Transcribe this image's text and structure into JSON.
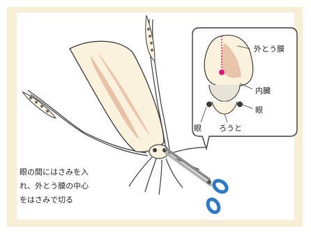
{
  "labels": {
    "mantle_membrane": "外とう膜",
    "internal_organs": "内臓",
    "eye_left": "眼",
    "eye_right": "眼",
    "funnel": "ろうと"
  },
  "instruction": {
    "line1": "眼の間にはさみを入",
    "line2": "れ、外とう膜の中心",
    "line3": "をはさみで切る"
  },
  "colors": {
    "frame": "#f6efd6",
    "squid_body": "#fbf2de",
    "squid_spot": "#e2b49a",
    "outline": "#3a3a3a",
    "scissors_handle": "#2e78c4",
    "cut_line": "#d8196c",
    "center_dot": "#e0157a"
  }
}
